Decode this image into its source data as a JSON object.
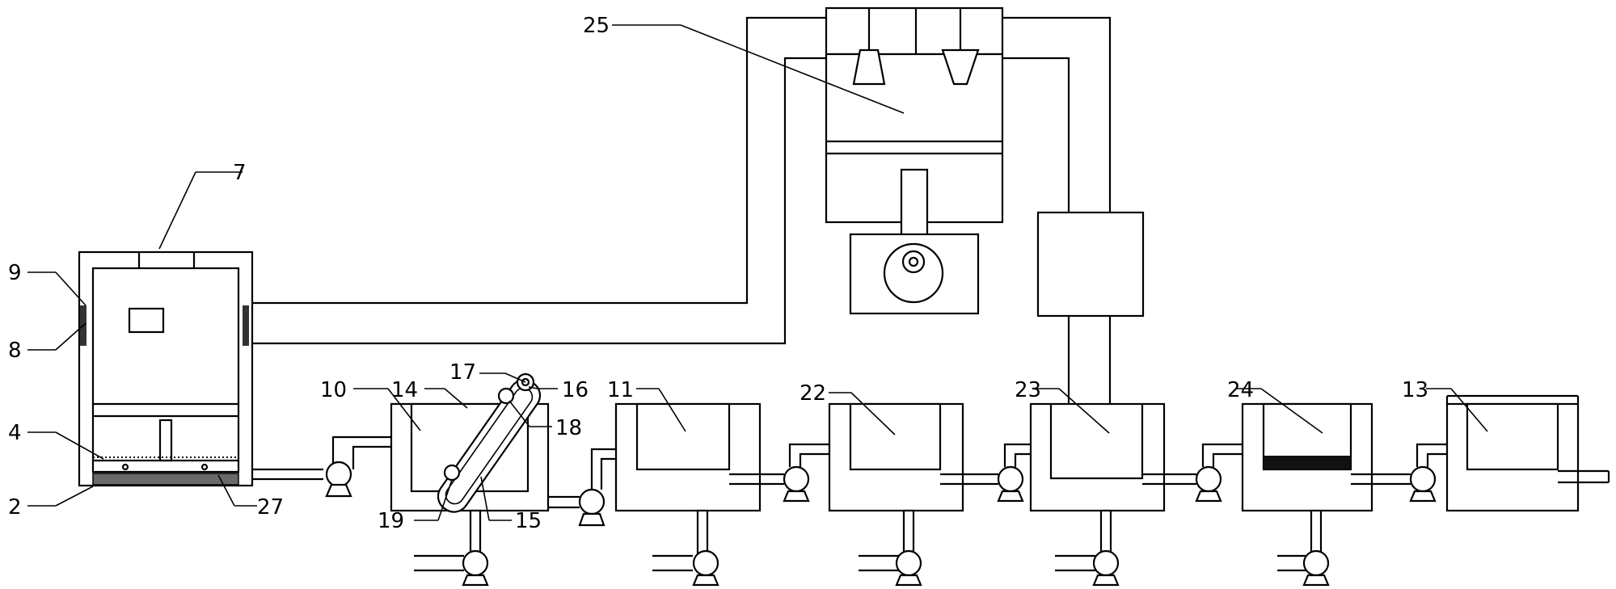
{
  "labels": {
    "l2": "2",
    "l4": "4",
    "l7": "7",
    "l8": "8",
    "l9": "9",
    "l10": "10",
    "l11": "11",
    "l13": "13",
    "l14": "14",
    "l15": "15",
    "l16": "16",
    "l17": "17",
    "l18": "18",
    "l19": "19",
    "l22": "22",
    "l23": "23",
    "l24": "24",
    "l25": "25",
    "l27": "27"
  }
}
